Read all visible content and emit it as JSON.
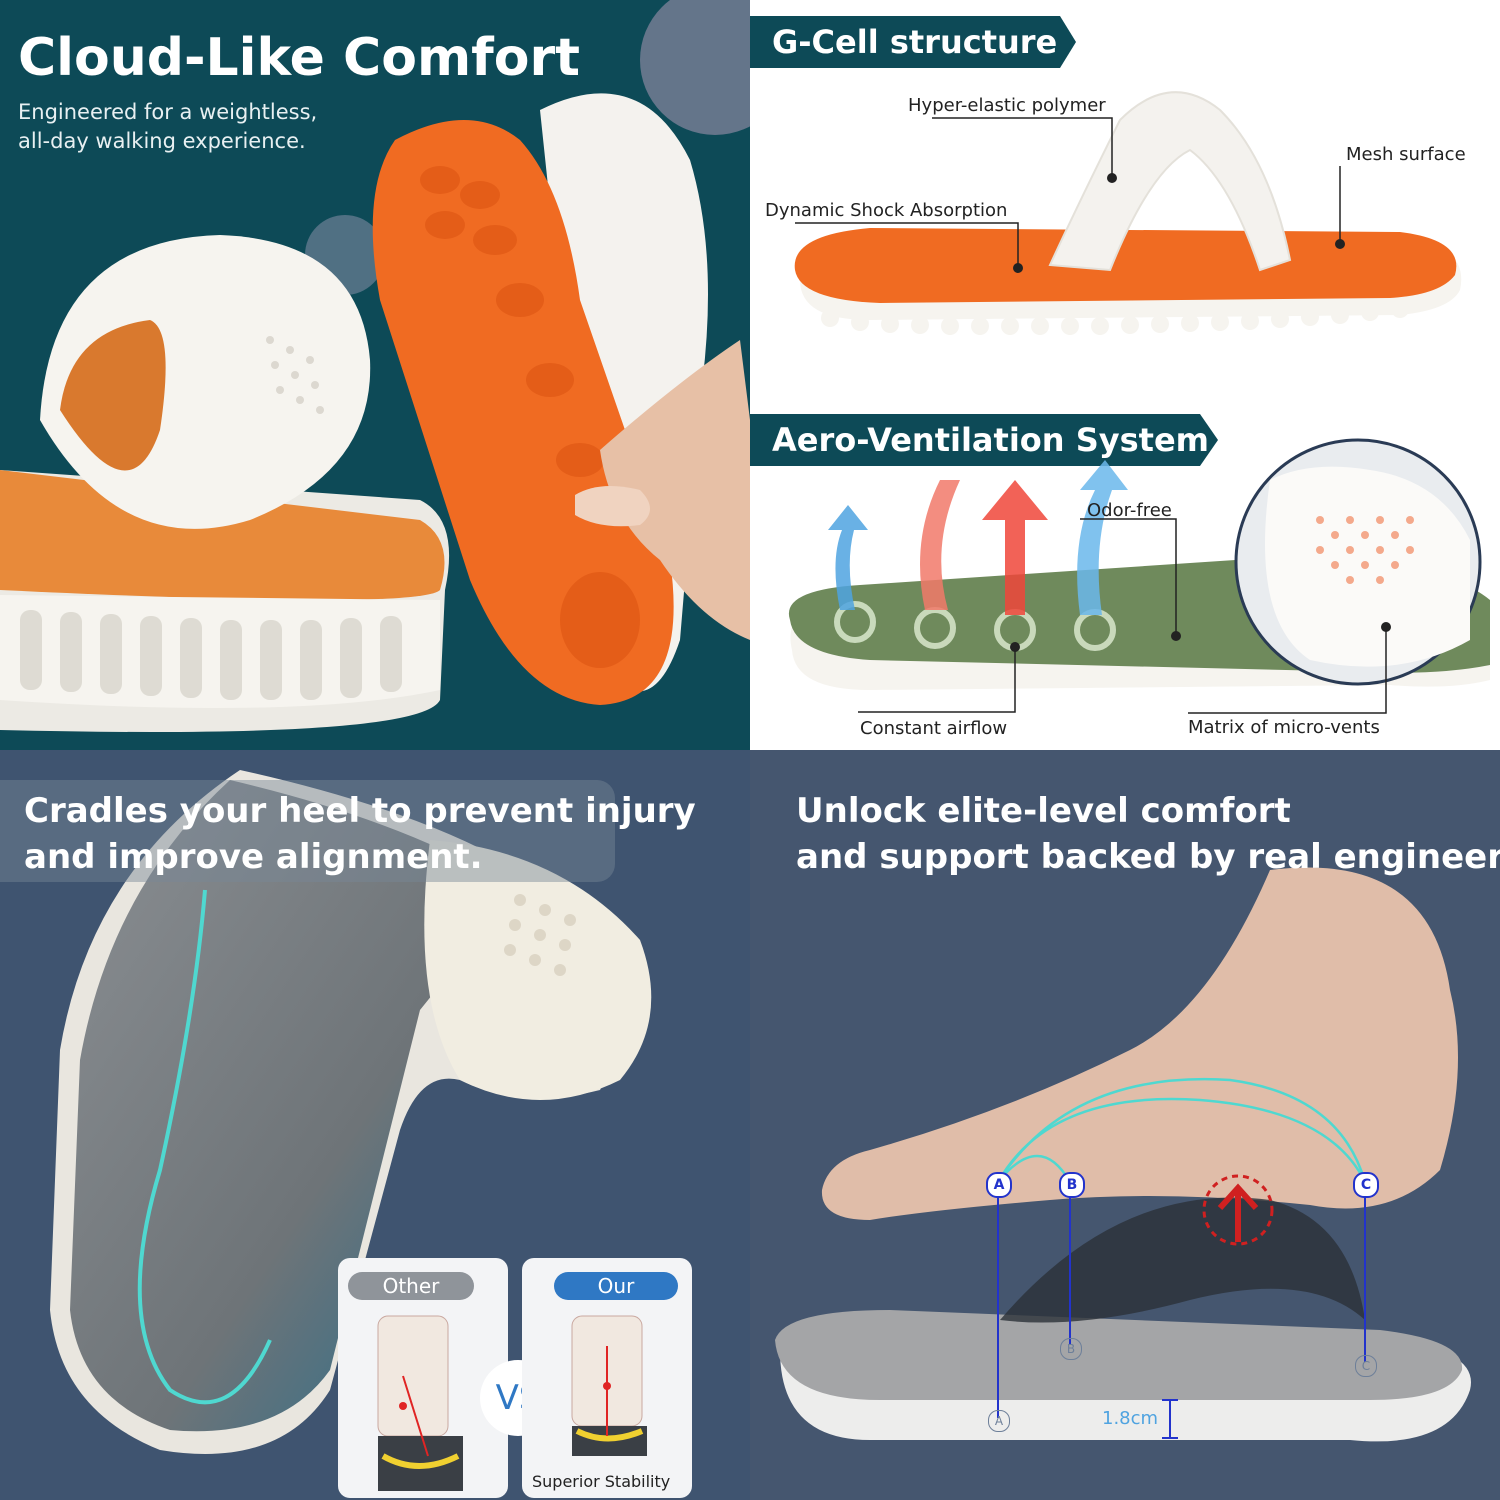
{
  "panel1": {
    "title": "Cloud-Like Comfort",
    "subtitle_line1": "Engineered for a weightless,",
    "subtitle_line2": "all-day walking experience."
  },
  "panel2": {
    "banner_top": "G-Cell structure",
    "labels_top": {
      "polymer": "Hyper-elastic polymer",
      "mesh": "Mesh surface",
      "shock": "Dynamic Shock Absorption"
    },
    "banner_bottom": "Aero-Ventilation System",
    "labels_bottom": {
      "odor": "Odor-free",
      "airflow": "Constant airflow",
      "vents": "Matrix of micro-vents"
    }
  },
  "panel3": {
    "headline_line1": "Cradles your heel to prevent injury",
    "headline_line2": "and improve alignment.",
    "compare": {
      "left_label": "Other",
      "vs": "VS",
      "right_label": "Our",
      "right_caption": "Superior Stability"
    }
  },
  "panel4": {
    "headline_line1": "Unlock elite-level comfort",
    "headline_line2": "and support backed by real engineering.",
    "points": [
      "A",
      "B",
      "C"
    ],
    "height_label": "1.8cm"
  },
  "colors": {
    "teal_dark": "#0d4a57",
    "orange": "#f06b22",
    "foam_white": "#f4f2ee",
    "olive_mesh": "#6f8a5c",
    "arch_cyan": "#4fd8d0",
    "blue_pill": "#2f78c4"
  }
}
